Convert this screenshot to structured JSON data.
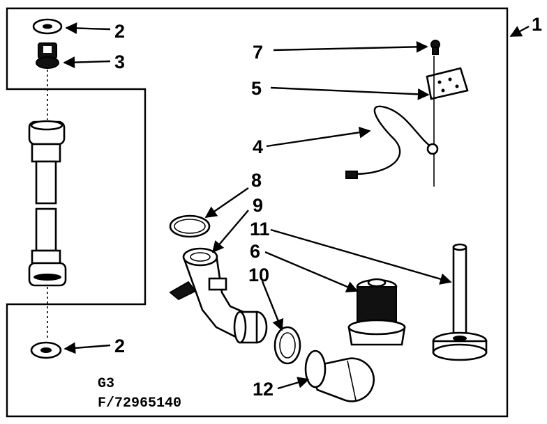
{
  "callouts": {
    "c1": "1",
    "c2_top": "2",
    "c3": "3",
    "c7": "7",
    "c5": "5",
    "c4": "4",
    "c8": "8",
    "c9": "9",
    "c11": "11",
    "c6": "6",
    "c10": "10",
    "c2_bottom": "2",
    "c12": "12"
  },
  "footer": {
    "code_line1": "G3",
    "code_line2": "F/72965140"
  }
}
